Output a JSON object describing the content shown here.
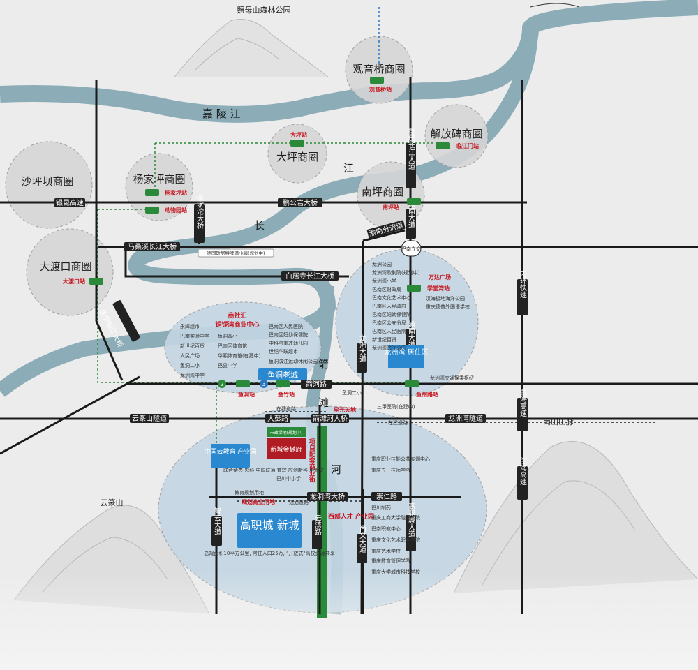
{
  "top_label": "照母山森林公园",
  "river": {
    "jialing": "嘉 陵 江",
    "changjiang_1": "江",
    "changjiang_2": "长",
    "jian_1": "箭",
    "jian_2": "滩",
    "jian_3": "河"
  },
  "districts": {
    "guanyinqiao": "观音桥商圈",
    "jiefangbei": "解放碑商圈",
    "daping": "大坪商圈",
    "shapingba": "沙坪坝商圈",
    "yangjiaping": "杨家坪商圈",
    "nanping": "南坪商圈",
    "dadukou": "大渡口商圈"
  },
  "stations": {
    "guanyinqiao": "观音桥站",
    "daping": "大坪站",
    "linjiangmen": "临江门站",
    "yangjiaping": "杨家坪站",
    "dongwuyuan": "动物园站",
    "nanping": "南坪站",
    "dadukou": "大渡口站",
    "yudong": "鱼洞站",
    "jinzhu": "金竹站",
    "yuhulu": "鱼胡路站",
    "xuetangwan": "学堂湾站"
  },
  "roads": {
    "yinkun": "银昆高速",
    "penggongyan": "鹏公岩大桥",
    "lijiatuo": "李家沱大桥",
    "masangxi": "马桑溪长江大桥",
    "baijusi": "白居寺长江大桥",
    "yunan_fenliu": "渝南分流道",
    "bananlijiao": "巴南立交",
    "chongqing_changjiang": "重庆长江大道",
    "yunan_1": "渝南大道",
    "yunan_2": "渝南大道",
    "longzhou": "龙洲大道",
    "jianhe": "箭河路",
    "dapeng": "大彭路",
    "jiantanhe": "箭滩河大桥",
    "yunzhuan": "云篆山隧道",
    "longzhouwan_tunnel": "龙洲湾隧道",
    "longdongwan": "龙洞湾大桥",
    "chongren": "崇仁路",
    "zhiyun": "智云大道",
    "yunbin": "云滨路",
    "shangwen": "尚文大道",
    "gaozhicheng": "高职城大道",
    "neihuan": "内环快速",
    "nanhai_1": "兰海高速",
    "nanhai_2": "兰海高速",
    "yudong_changjiang": "鱼洞长江大桥",
    "eden": "德国斯努特啤酒小镇(规划中)"
  },
  "nodes": {
    "yudong_old": "鱼洞老城",
    "longzhouwan": "龙洲湾\n居住区",
    "yunjiaoyu": "中国云教育\n产业园",
    "gaozhi_city": "高职城\n新城",
    "project_name": "新城金樾府",
    "project_tag": "市政绿地(规划中)",
    "xingwei": "项目配套商业街",
    "xingfu": "西部人才\n产业园",
    "shesheng": "商社汇",
    "tongluo": "铜锣湾商业中心",
    "xingguang": "星光天地",
    "wanda": "万达广场",
    "guihua": "规划商业用地",
    "yunzhuan_mtn": "云篆山",
    "nanshan_mtn": "南山山脉",
    "line2": "2",
    "line3": "3",
    "gaozhi_desc": "总规面积10平方公里,\n常住人口25万,\n\"开放式\"高校资源共享"
  },
  "pois_left": [
    "永辉超市",
    "巴南实验中学",
    "新世纪百货",
    "人民广场",
    "鱼洞二小",
    "龙洲湾中学",
    "鱼洞四小",
    "巴南区体育馆",
    "华熙体育馆(在建中)",
    "巴县中学",
    "鱼洞滨江运动休闲公园",
    "巴南区人民医院",
    "巴南区妇幼保健院",
    "中科院重才幼儿园",
    "世纪华联超市"
  ],
  "pois_right": [
    "龙洲公园",
    "龙洲湾歌剧院(规划中)",
    "龙洲湾小学",
    "巴南区财政局",
    "巴南文化艺术中心",
    "巴南区人民政府",
    "巴南区妇幼保健院",
    "巴南区公安分局",
    "巴南区人民医院",
    "新世纪百货",
    "龙洲湾滨江公园",
    "汉海极地海洋公园",
    "重庆德普外国语学校"
  ],
  "pois_south": [
    "重庆职业技能公共实训中心",
    "重庆五一技师学院",
    "巴川制药",
    "重庆工商大学融智学院",
    "巴南职教中心",
    "重庆文化艺术职业学院",
    "重庆艺术学校",
    "重庆教育管理学院",
    "重庆大学城市科技学校"
  ],
  "pois_misc": {
    "yudong_er": "鱼洞二小",
    "sanjia": "三甲医院(在建中)",
    "building_a": "在建道路",
    "building_b": "在建道路",
    "bachuan": "巴川中小学",
    "jiaoyu_plan": "教育规划用地",
    "guihuayongdi": "规划道路",
    "lianhe": "联合余杰 忠科\n中国联通 育软\n应创新谷\n甲骨文",
    "longzhou_jiaotong": "龙洲湾交通换乘枢纽"
  }
}
